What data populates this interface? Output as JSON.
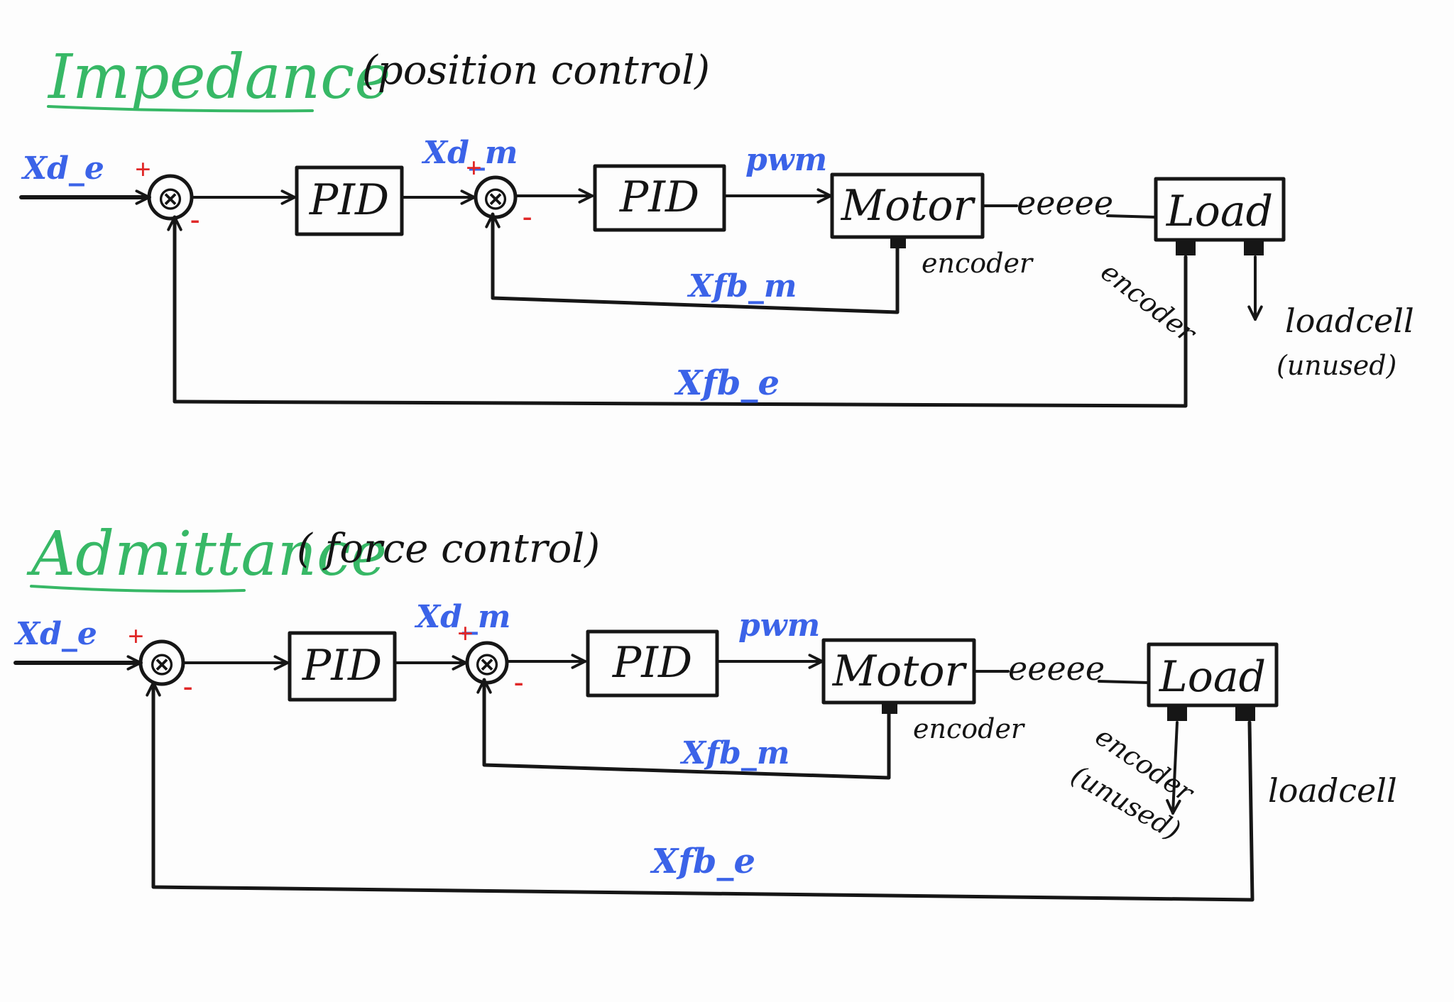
{
  "colors": {
    "ink": "#161616",
    "title_green": "#37b866",
    "signal_blue": "#3b63e8",
    "sign_red": "#e02828",
    "background": "#fdfdfd"
  },
  "impedance": {
    "title": "Impedance",
    "subtitle": "(position control)",
    "input": "Xd_e",
    "inner_ref": "Xd_m",
    "pwm": "pwm",
    "pid1": "PID",
    "pid2": "PID",
    "motor": "Motor",
    "spring": "eeeee",
    "load": "Load",
    "plus1": "+",
    "minus1": "-",
    "plus2": "+",
    "minus2": "-",
    "sum_symbol1": "⊗",
    "sum_symbol2": "⊗",
    "motor_encoder": "encoder",
    "motor_feedback": "Xfb_m",
    "load_encoder": "encoder",
    "loadcell": "loadcell",
    "loadcell_note": "(unused)",
    "outer_feedback": "Xfb_e"
  },
  "admittance": {
    "title": "Admittance",
    "subtitle": "( force control)",
    "input": "Xd_e",
    "inner_ref": "Xd_m",
    "pwm": "pwm",
    "pid1": "PID",
    "pid2": "PID",
    "motor": "Motor",
    "spring": "eeeee",
    "load": "Load",
    "plus1": "+",
    "minus1": "-",
    "plus2": "+",
    "minus2": "-",
    "sum_symbol1": "⊗",
    "sum_symbol2": "⊗",
    "motor_encoder": "encoder",
    "motor_feedback": "Xfb_m",
    "load_encoder": "encoder",
    "load_encoder_note": "(unused)",
    "loadcell": "loadcell",
    "outer_feedback": "Xfb_e"
  }
}
